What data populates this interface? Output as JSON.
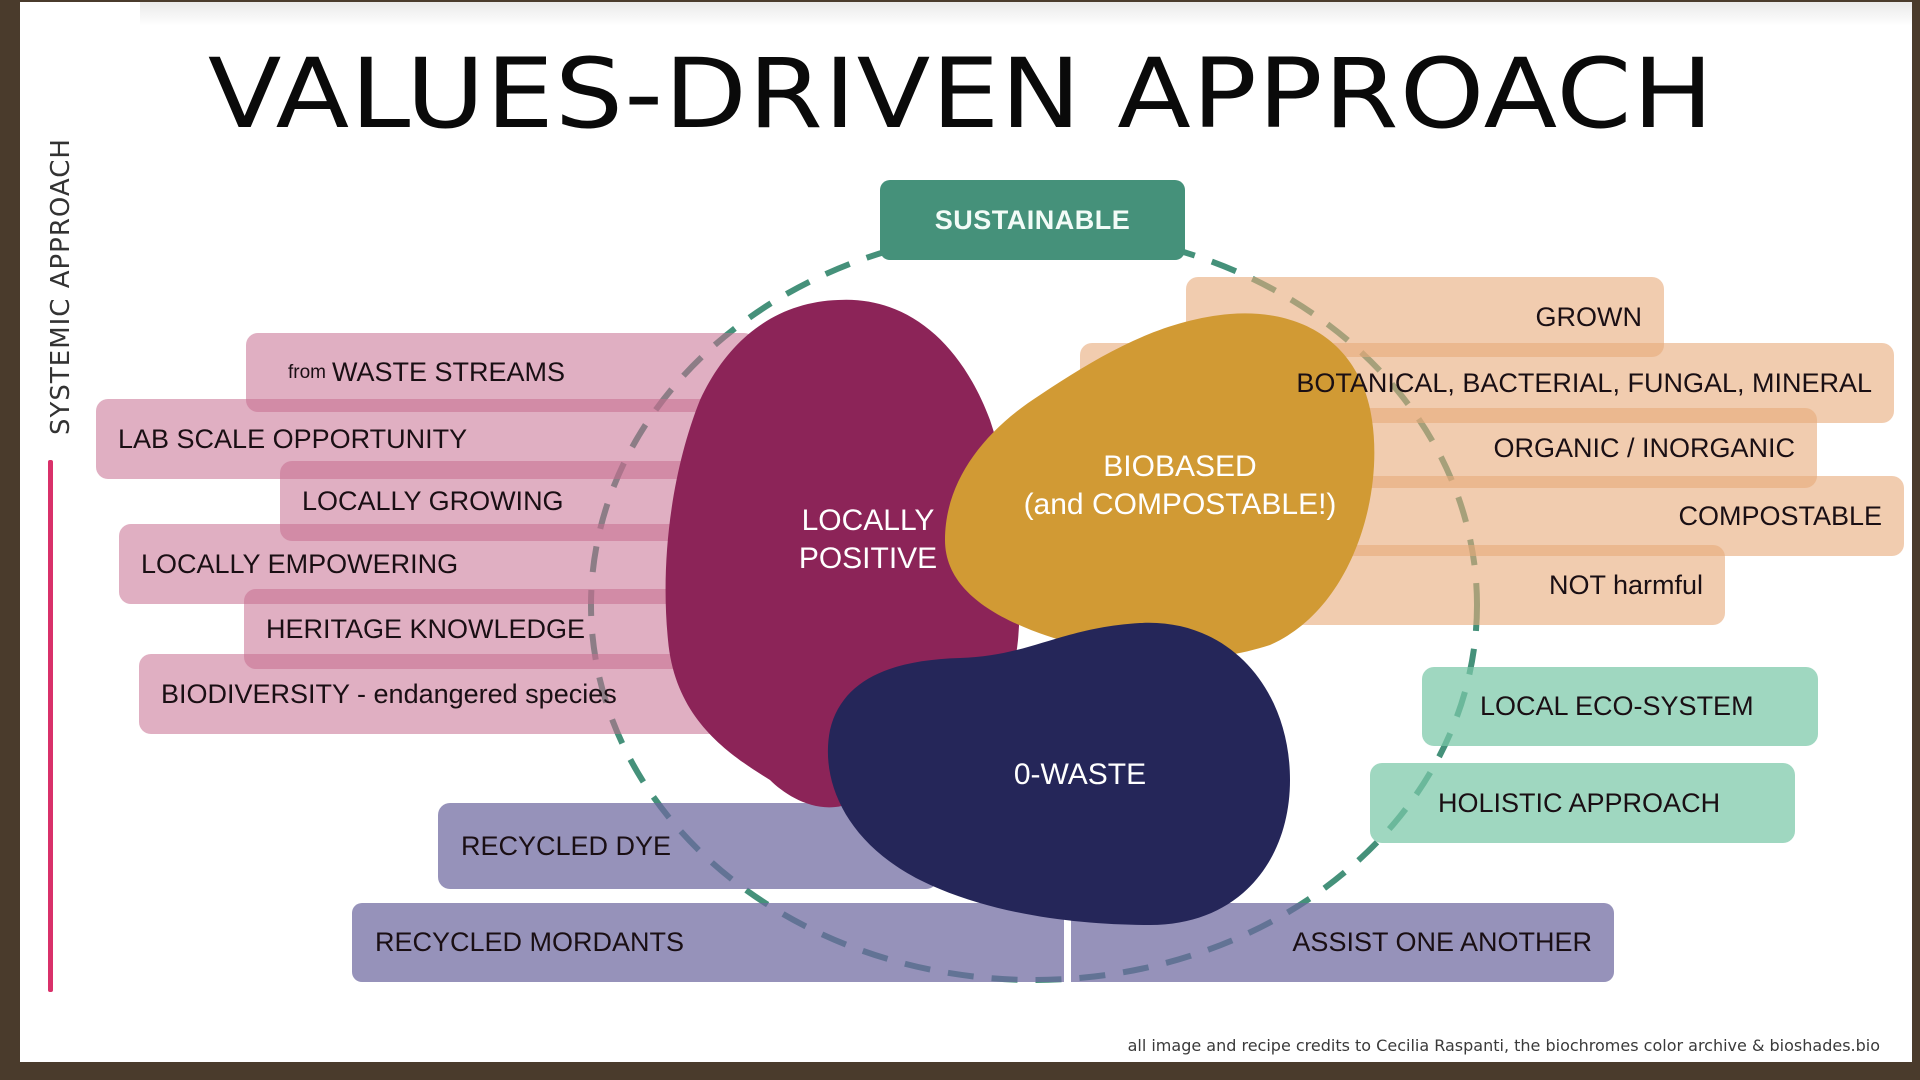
{
  "slide": {
    "title": "VALUES-DRIVEN APPROACH",
    "side_label": "SYSTEMIC APPROACH",
    "credit": "all image and recipe credits to Cecilia Raspanti, the biochromes color archive & bioshades.bio"
  },
  "colors": {
    "frame": "#4a3b2c",
    "accent_line": "#d9316a",
    "sustainable": "#45917a",
    "locally_positive": "#8c2458",
    "biobased": "#d19a34",
    "zero_waste": "#252659",
    "dash": "#45917a"
  },
  "center": {
    "top_node": "SUSTAINABLE",
    "locally_positive": {
      "line1": "LOCALLY",
      "line2": "POSITIVE"
    },
    "biobased": {
      "line1": "BIOBASED",
      "line2": "(and COMPOSTABLE!)"
    },
    "zero_waste": "0-WASTE"
  },
  "locally_positive_items": [
    {
      "prefix": "from",
      "label": "WASTE STREAMS"
    },
    {
      "label": "LAB SCALE OPPORTUNITY"
    },
    {
      "label": "LOCALLY GROWING"
    },
    {
      "label": "LOCALLY EMPOWERING"
    },
    {
      "label": "HERITAGE KNOWLEDGE"
    },
    {
      "label": "BIODIVERSITY - endangered species"
    }
  ],
  "biobased_items": [
    {
      "label": "GROWN"
    },
    {
      "label": "BOTANICAL, BACTERIAL, FUNGAL, MINERAL"
    },
    {
      "label": "ORGANIC / INORGANIC"
    },
    {
      "label": "COMPOSTABLE"
    },
    {
      "label": "NOT harmful"
    }
  ],
  "sustainable_items": [
    {
      "label": "LOCAL ECO-SYSTEM"
    },
    {
      "label": "HOLISTIC APPROACH"
    }
  ],
  "zero_waste_items": [
    {
      "label": "RECYCLED DYE"
    },
    {
      "label": "RECYCLED MORDANTS"
    },
    {
      "label": "ASSIST ONE ANOTHER"
    }
  ]
}
